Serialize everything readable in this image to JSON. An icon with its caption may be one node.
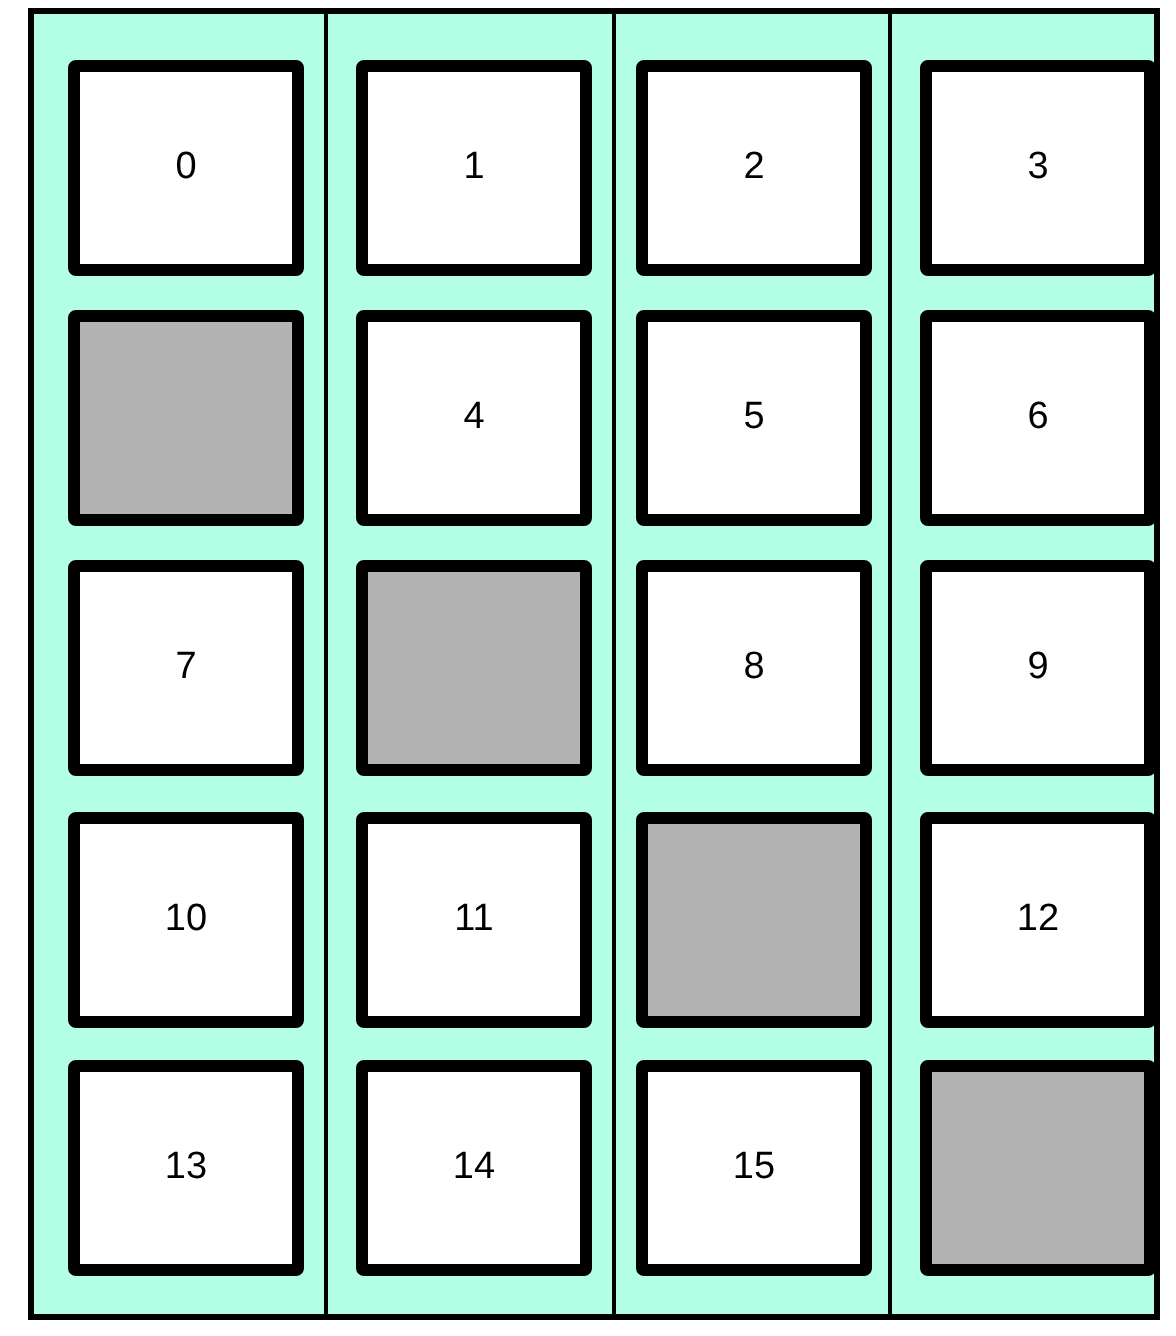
{
  "diagram": {
    "nodes": [
      {
        "text": [
          "0"
        ]
      },
      {
        "text": [
          "1"
        ]
      },
      {
        "text": [
          "2"
        ]
      },
      {
        "text": [
          "3"
        ]
      },
      {
        "text": [],
        "shape": "box"
      },
      {
        "text": [
          "4"
        ]
      },
      {
        "text": [
          "5"
        ]
      },
      {
        "text": [
          "6"
        ]
      },
      {
        "text": [
          "7"
        ]
      },
      {
        "text": [],
        "shape": "box"
      },
      {
        "text": [
          "8"
        ]
      },
      {
        "text": [
          "9"
        ]
      },
      {
        "text": [
          "10"
        ]
      },
      {
        "text": [
          "11"
        ]
      },
      {
        "text": [],
        "shape": "box"
      },
      {
        "text": [
          "12"
        ]
      },
      {
        "text": [
          "13"
        ]
      },
      {
        "text": [
          "14"
        ]
      },
      {
        "text": [
          "15"
        ]
      },
      {
        "text": [],
        "shape": "box"
      }
    ]
  }
}
